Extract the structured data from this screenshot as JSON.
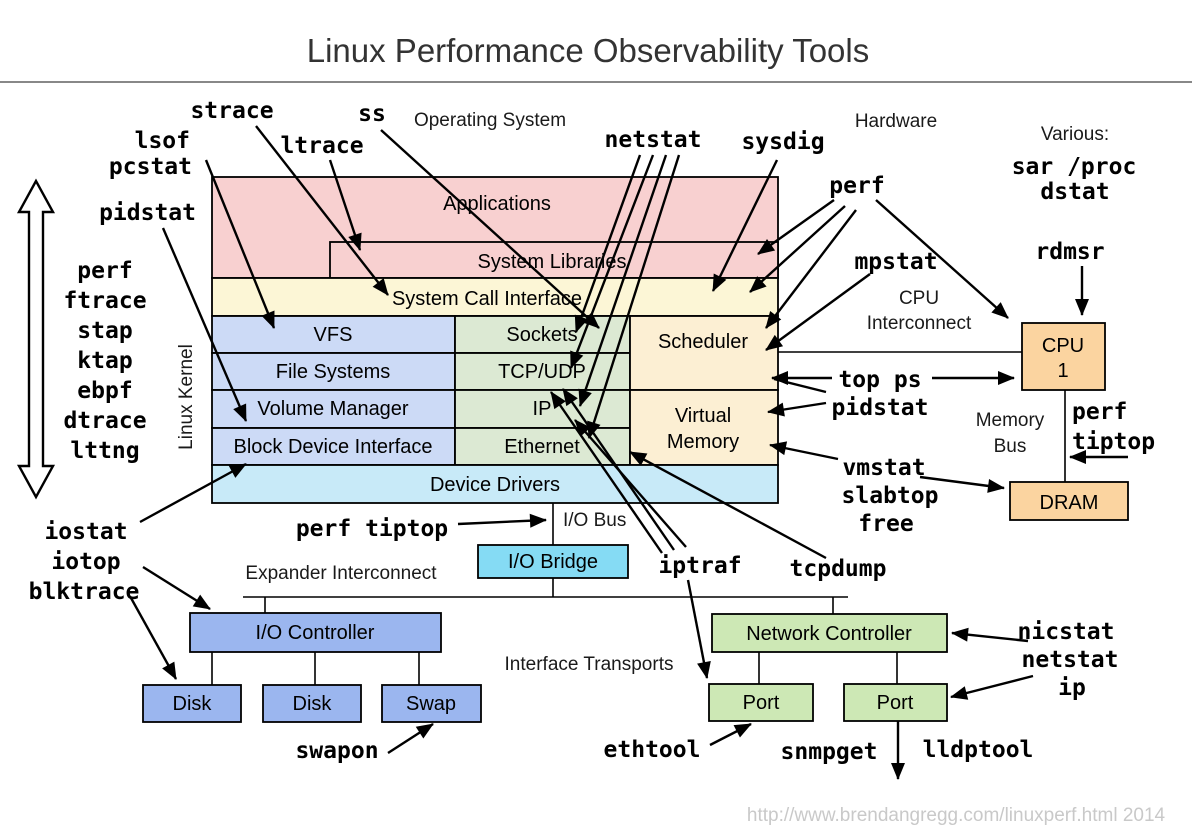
{
  "title": "Linux Performance Observability Tools",
  "footer_url": "http://www.brendangregg.com/linuxperf.html 2014",
  "colors": {
    "app_pink": "#f8d0d0",
    "sci_yellow": "#fcf6d6",
    "kernel_blue": "#ccdaf6",
    "net_green": "#dce9d3",
    "sched_orange": "#fcefd3",
    "drivers_cyan": "#c8eaf8",
    "hw_orange": "#fbd4a0",
    "bridge_cyan": "#85dbf4",
    "io_blue": "#9bb6ef",
    "nic_green": "#cde8b5"
  },
  "sections": {
    "operating_system": "Operating System",
    "hardware": "Hardware",
    "various": "Various:",
    "linux_kernel": "Linux Kernel",
    "cpu_interconnect_line1": "CPU",
    "cpu_interconnect_line2": "Interconnect",
    "memory_bus_line1": "Memory",
    "memory_bus_line2": "Bus",
    "expander_interconnect": "Expander Interconnect",
    "io_bus": "I/O Bus",
    "interface_transports": "Interface Transports"
  },
  "stack": {
    "applications": "Applications",
    "system_libraries": "System Libraries",
    "system_call_interface": "System Call Interface",
    "vfs": "VFS",
    "file_systems": "File Systems",
    "volume_manager": "Volume Manager",
    "block_device_interface": "Block Device Interface",
    "sockets": "Sockets",
    "tcp_udp": "TCP/UDP",
    "ip": "IP",
    "ethernet": "Ethernet",
    "scheduler": "Scheduler",
    "virtual_memory_line1": "Virtual",
    "virtual_memory_line2": "Memory",
    "device_drivers": "Device Drivers"
  },
  "hardware_boxes": {
    "cpu_line1": "CPU",
    "cpu_line2": "1",
    "dram": "DRAM",
    "io_bridge": "I/O Bridge",
    "io_controller": "I/O Controller",
    "disk_a": "Disk",
    "disk_b": "Disk",
    "swap": "Swap",
    "network_controller": "Network Controller",
    "port_a": "Port",
    "port_b": "Port"
  },
  "tools": {
    "strace": "strace",
    "ltrace": "ltrace",
    "lsof": "lsof",
    "pcstat": "pcstat",
    "pidstat_top": "pidstat",
    "ss": "ss",
    "netstat_top": "netstat",
    "sysdig": "sysdig",
    "perf_top": "perf",
    "mpstat": "mpstat",
    "left_stack": [
      "perf",
      "ftrace",
      "stap",
      "ktap",
      "ebpf",
      "dtrace",
      "lttng"
    ],
    "sar_proc": "sar /proc",
    "dstat": "dstat",
    "rdmsr": "rdmsr",
    "top_ps": "top ps",
    "pidstat_right": "pidstat",
    "vmstat": "vmstat",
    "slabtop": "slabtop",
    "free": "free",
    "perf_right": "perf",
    "tiptop_right": "tiptop",
    "iostat": "iostat",
    "iotop": "iotop",
    "blktrace": "blktrace",
    "perf_tiptop_mid": "perf tiptop",
    "iptraf": "iptraf",
    "tcpdump": "tcpdump",
    "nicstat": "nicstat",
    "netstat_bottom": "netstat",
    "ip_tool": "ip",
    "swapon": "swapon",
    "ethtool": "ethtool",
    "snmpget": "snmpget",
    "lldptool": "lldptool"
  }
}
